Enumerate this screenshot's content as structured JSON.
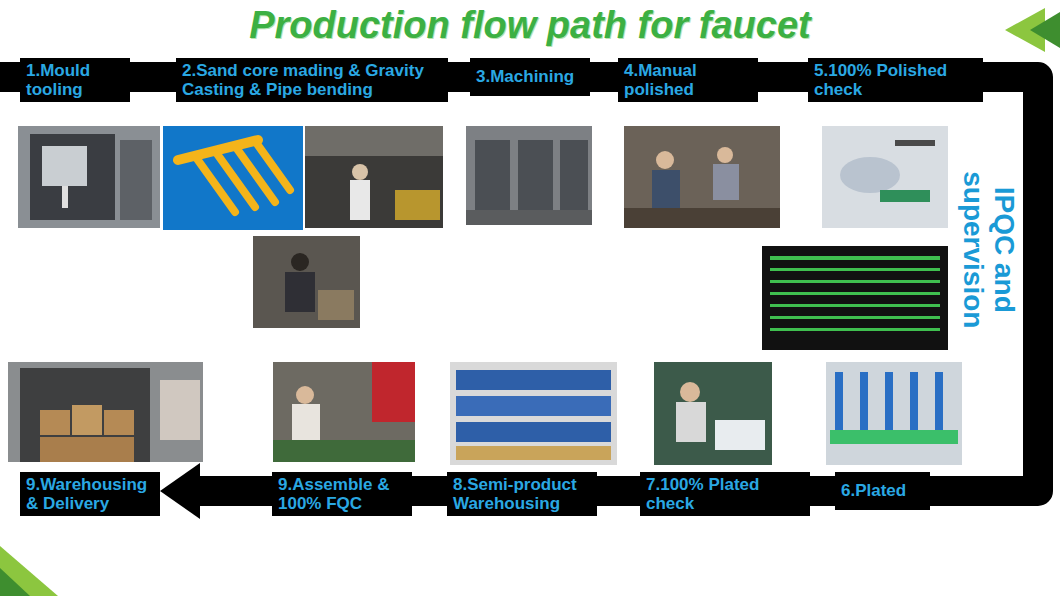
{
  "diagram": {
    "title": "Production flow path for faucet",
    "nodes": [
      {
        "text": [
          "1.Mould tooling"
        ]
      },
      {
        "text": [
          "2.Sand core mading & Gravity Casting & Pipe bending"
        ]
      },
      {
        "text": [
          "3.Machining"
        ]
      },
      {
        "text": [
          "4.Manual polished"
        ]
      },
      {
        "text": [
          "5.100% Polished check"
        ]
      },
      {
        "text": [
          "6.Plated"
        ]
      },
      {
        "text": [
          "7.100% Plated check"
        ]
      },
      {
        "text": [
          "8.Semi-product Warehousing"
        ]
      },
      {
        "text": [
          "9.Assemble & 100% FQC"
        ]
      },
      {
        "text": [
          "9.Warehousing & Delivery"
        ]
      }
    ],
    "edges": [
      {
        "from": 0,
        "to": 1,
        "arrow": "none"
      },
      {
        "from": 1,
        "to": 2,
        "arrow": "none"
      },
      {
        "from": 2,
        "to": 3,
        "arrow": "none"
      },
      {
        "from": 3,
        "to": 4,
        "arrow": "none"
      },
      {
        "from": 4,
        "to": 5,
        "arrow": "none"
      },
      {
        "from": 5,
        "to": 6,
        "arrow": "none"
      },
      {
        "from": 6,
        "to": 7,
        "arrow": "none"
      },
      {
        "from": 7,
        "to": 8,
        "arrow": "none"
      },
      {
        "from": 8,
        "to": 9,
        "arrow": "to"
      }
    ],
    "labels": [
      "IPQC and supervision"
    ]
  }
}
